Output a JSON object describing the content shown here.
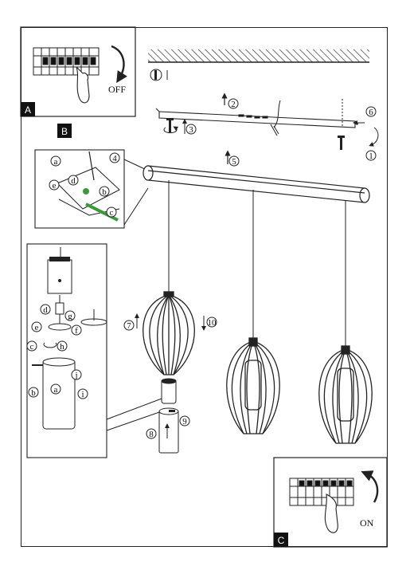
{
  "panel_a": {
    "tag": "A",
    "switch_label": "OFF"
  },
  "panel_b": {
    "tag": "B"
  },
  "panel_c": {
    "tag": "C",
    "switch_label": "ON"
  },
  "steps": [
    "1",
    "2",
    "3",
    "4",
    "5",
    "6",
    "7",
    "8",
    "9",
    "10"
  ],
  "parts": [
    "a",
    "b",
    "c",
    "d",
    "e",
    "f",
    "g",
    "h",
    "i",
    "j"
  ],
  "colors": {
    "line": "#222222",
    "accent_green": "#3a9a3a"
  }
}
